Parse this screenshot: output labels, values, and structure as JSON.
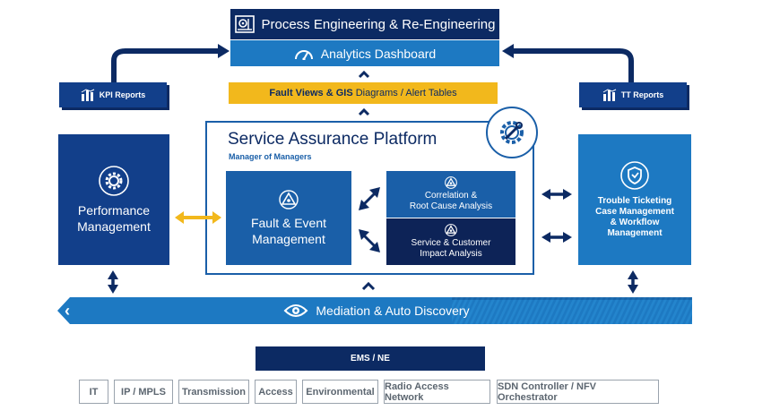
{
  "header": {
    "process_title": "Process Engineering & Re-Engineering",
    "analytics_title": "Analytics Dashboard",
    "fault_views_bold": "Fault Views & GIS",
    "fault_views_rest": " Diagrams / Alert Tables"
  },
  "left": {
    "kpi_label": "KPI Reports",
    "performance_line1": "Performance",
    "performance_line2": "Management"
  },
  "right": {
    "tt_label": "TT Reports",
    "trouble_line1": "Trouble Ticketing",
    "trouble_line2": "Case Management",
    "trouble_line3": "& Workflow",
    "trouble_line4": "Management"
  },
  "platform": {
    "title": "Service Assurance Platform",
    "subtitle": "Manager of Managers",
    "fault_line1": "Fault & Event",
    "fault_line2": "Management",
    "correlation_line1": "Correlation &",
    "correlation_line2": "Root Cause Analysis",
    "impact_line1": "Service & Customer",
    "impact_line2": "Impact Analysis"
  },
  "mediation": {
    "label": "Mediation & Auto Discovery"
  },
  "ems": {
    "label": "EMS / NE"
  },
  "network_tags": [
    "IT",
    "IP / MPLS",
    "Transmission",
    "Access",
    "Environmental",
    "Radio Access Network",
    "SDN Controller / NFV Orchestrator"
  ],
  "colors": {
    "navy": "#0c2a63",
    "blue": "#1a5fa8",
    "bright_blue": "#1d79c2",
    "yellow": "#f2b81c",
    "gray": "#9aa3ad"
  },
  "icons": [
    "blueprint-icon",
    "gauge-icon",
    "bar-chart-icon",
    "gear-icon",
    "wrench-gear-icon",
    "alert-eye-icon",
    "shield-icon",
    "eye-icon",
    "chevron-left-icon"
  ]
}
